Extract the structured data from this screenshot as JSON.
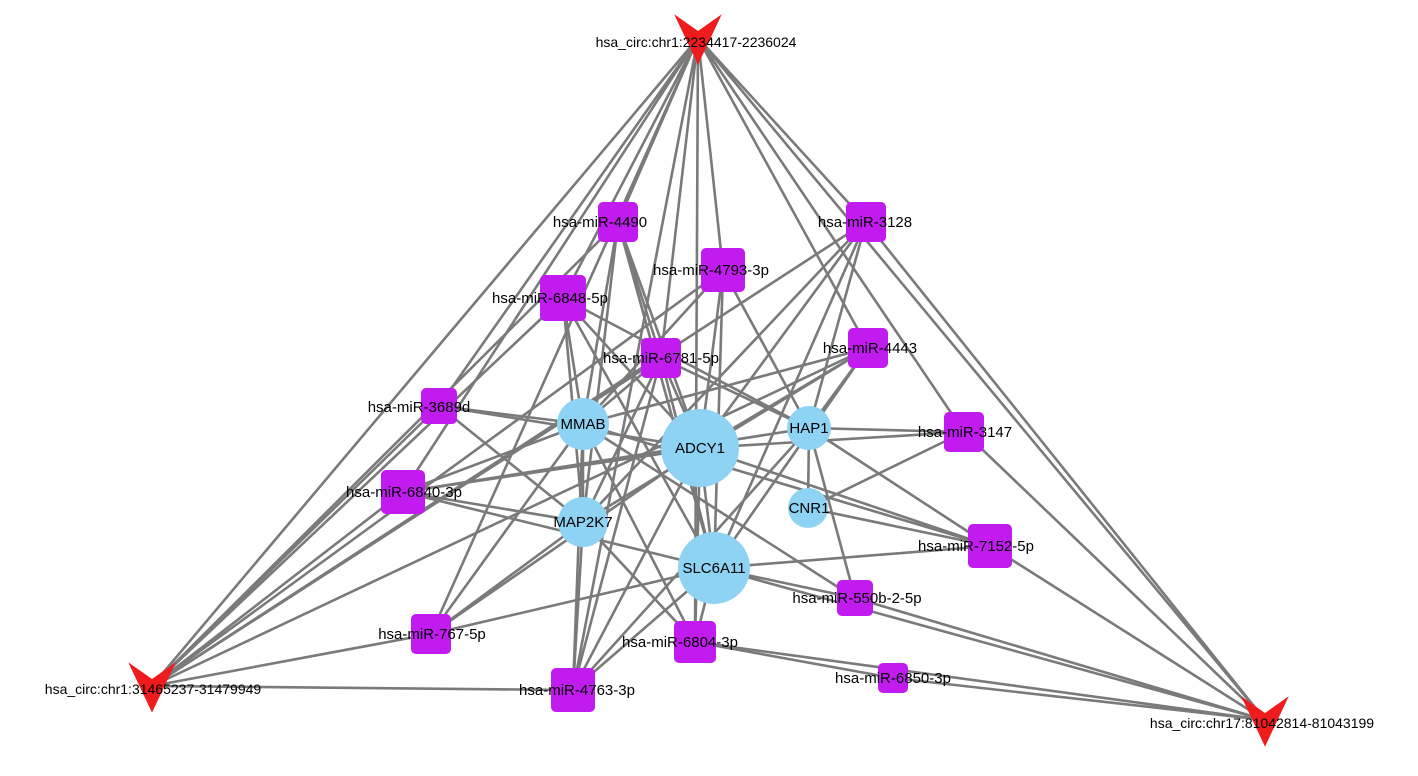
{
  "colors": {
    "circrna": "#ee1c1c",
    "mirna": "#c11bef",
    "gene": "#8fd3f4",
    "edge": "#7a7a7a"
  },
  "nodes": [
    {
      "id": "c1",
      "label": "hsa_circ:chr1:2234417-2236024",
      "type": "circrna"
    },
    {
      "id": "c2",
      "label": "hsa_circ:chr1:31465237-31479949",
      "type": "circrna"
    },
    {
      "id": "c3",
      "label": "hsa_circ:chr17:81042814-81043199",
      "type": "circrna"
    },
    {
      "id": "m4490",
      "label": "hsa-miR-4490",
      "type": "mirna"
    },
    {
      "id": "m3128",
      "label": "hsa-miR-3128",
      "type": "mirna"
    },
    {
      "id": "m4793",
      "label": "hsa-miR-4793-3p",
      "type": "mirna"
    },
    {
      "id": "m6848",
      "label": "hsa-miR-6848-5p",
      "type": "mirna"
    },
    {
      "id": "m6781",
      "label": "hsa-miR-6781-5p",
      "type": "mirna"
    },
    {
      "id": "m4443",
      "label": "hsa-miR-4443",
      "type": "mirna"
    },
    {
      "id": "m3689",
      "label": "hsa-miR-3689d",
      "type": "mirna"
    },
    {
      "id": "m3147",
      "label": "hsa-miR-3147",
      "type": "mirna"
    },
    {
      "id": "m6840",
      "label": "hsa-miR-6840-3p",
      "type": "mirna"
    },
    {
      "id": "m7152",
      "label": "hsa-miR-7152-5p",
      "type": "mirna"
    },
    {
      "id": "m550",
      "label": "hsa-miR-550b-2-5p",
      "type": "mirna"
    },
    {
      "id": "m767",
      "label": "hsa-miR-767-5p",
      "type": "mirna"
    },
    {
      "id": "m6804",
      "label": "hsa-miR-6804-3p",
      "type": "mirna"
    },
    {
      "id": "m6850",
      "label": "hsa-miR-6850-3p",
      "type": "mirna"
    },
    {
      "id": "m4763",
      "label": "hsa-miR-4763-3p",
      "type": "mirna"
    },
    {
      "id": "gMMAB",
      "label": "MMAB",
      "type": "gene"
    },
    {
      "id": "gADCY1",
      "label": "ADCY1",
      "type": "gene"
    },
    {
      "id": "gHAP1",
      "label": "HAP1",
      "type": "gene"
    },
    {
      "id": "gCNR1",
      "label": "CNR1",
      "type": "gene"
    },
    {
      "id": "gMAP2K7",
      "label": "MAP2K7",
      "type": "gene"
    },
    {
      "id": "gSLC6A11",
      "label": "SLC6A11",
      "type": "gene"
    }
  ],
  "edges": [
    [
      "c1",
      "m4490"
    ],
    [
      "c1",
      "m3128"
    ],
    [
      "c1",
      "m4793"
    ],
    [
      "c1",
      "m6848"
    ],
    [
      "c1",
      "m6781"
    ],
    [
      "c1",
      "m4443"
    ],
    [
      "c1",
      "m3689"
    ],
    [
      "c1",
      "m3147"
    ],
    [
      "c1",
      "m6840"
    ],
    [
      "c1",
      "m767"
    ],
    [
      "c1",
      "m4763"
    ],
    [
      "c1",
      "m6804"
    ],
    [
      "c1",
      "c2"
    ],
    [
      "c1",
      "c3"
    ],
    [
      "c2",
      "m4490"
    ],
    [
      "c2",
      "m6848"
    ],
    [
      "c2",
      "m3128"
    ],
    [
      "c2",
      "m4793"
    ],
    [
      "c2",
      "m6781"
    ],
    [
      "c2",
      "m3689"
    ],
    [
      "c2",
      "m6840"
    ],
    [
      "c2",
      "m767"
    ],
    [
      "c2",
      "m4763"
    ],
    [
      "c2",
      "m4443"
    ],
    [
      "c3",
      "m3128"
    ],
    [
      "c3",
      "m3147"
    ],
    [
      "c3",
      "m7152"
    ],
    [
      "c3",
      "m550"
    ],
    [
      "c3",
      "m6804"
    ],
    [
      "c3",
      "m6850"
    ],
    [
      "c3",
      "gSLC6A11"
    ],
    [
      "m4490",
      "gMMAB"
    ],
    [
      "m4490",
      "gADCY1"
    ],
    [
      "m4490",
      "gMAP2K7"
    ],
    [
      "m4490",
      "gSLC6A11"
    ],
    [
      "m4490",
      "m6781"
    ],
    [
      "m3128",
      "gHAP1"
    ],
    [
      "m3128",
      "gADCY1"
    ],
    [
      "m3128",
      "gSLC6A11"
    ],
    [
      "m3128",
      "gMAP2K7"
    ],
    [
      "m4793",
      "gMMAB"
    ],
    [
      "m4793",
      "gADCY1"
    ],
    [
      "m4793",
      "gHAP1"
    ],
    [
      "m4793",
      "gSLC6A11"
    ],
    [
      "m6848",
      "gMMAB"
    ],
    [
      "m6848",
      "gADCY1"
    ],
    [
      "m6848",
      "gHAP1"
    ],
    [
      "m6848",
      "gSLC6A11"
    ],
    [
      "m6848",
      "gMAP2K7"
    ],
    [
      "m6781",
      "gADCY1"
    ],
    [
      "m6781",
      "gHAP1"
    ],
    [
      "m6781",
      "gMMAB"
    ],
    [
      "m6781",
      "gMAP2K7"
    ],
    [
      "m6781",
      "gSLC6A11"
    ],
    [
      "m6781",
      "m4763"
    ],
    [
      "m4443",
      "gMMAB"
    ],
    [
      "m4443",
      "gADCY1"
    ],
    [
      "m4443",
      "gHAP1"
    ],
    [
      "m4443",
      "gSLC6A11"
    ],
    [
      "m4443",
      "gMAP2K7"
    ],
    [
      "m3689",
      "gMMAB"
    ],
    [
      "m3689",
      "gADCY1"
    ],
    [
      "m3689",
      "gMAP2K7"
    ],
    [
      "m3147",
      "gHAP1"
    ],
    [
      "m3147",
      "gCNR1"
    ],
    [
      "m3147",
      "gADCY1"
    ],
    [
      "m6840",
      "gMMAB"
    ],
    [
      "m6840",
      "gADCY1"
    ],
    [
      "m6840",
      "gMAP2K7"
    ],
    [
      "m6840",
      "gSLC6A11"
    ],
    [
      "m6840",
      "gHAP1"
    ],
    [
      "m7152",
      "gHAP1"
    ],
    [
      "m7152",
      "gCNR1"
    ],
    [
      "m7152",
      "gSLC6A11"
    ],
    [
      "m7152",
      "gADCY1"
    ],
    [
      "m7152",
      "gMMAB"
    ],
    [
      "m550",
      "gHAP1"
    ],
    [
      "m550",
      "gMMAB"
    ],
    [
      "m550",
      "gSLC6A11"
    ],
    [
      "m767",
      "gMMAB"
    ],
    [
      "m767",
      "gMAP2K7"
    ],
    [
      "m767",
      "gSLC6A11"
    ],
    [
      "m767",
      "gADCY1"
    ],
    [
      "m6804",
      "gMMAB"
    ],
    [
      "m6804",
      "gADCY1"
    ],
    [
      "m6804",
      "gMAP2K7"
    ],
    [
      "m6804",
      "gSLC6A11"
    ],
    [
      "m6804",
      "m6850"
    ],
    [
      "m4763",
      "gMMAB"
    ],
    [
      "m4763",
      "gMAP2K7"
    ],
    [
      "m4763",
      "gADCY1"
    ],
    [
      "m4763",
      "gSLC6A11"
    ],
    [
      "m4763",
      "gHAP1"
    ],
    [
      "gMMAB",
      "gMAP2K7"
    ],
    [
      "gHAP1",
      "gCNR1"
    ],
    [
      "gADCY1",
      "gSLC6A11"
    ]
  ]
}
